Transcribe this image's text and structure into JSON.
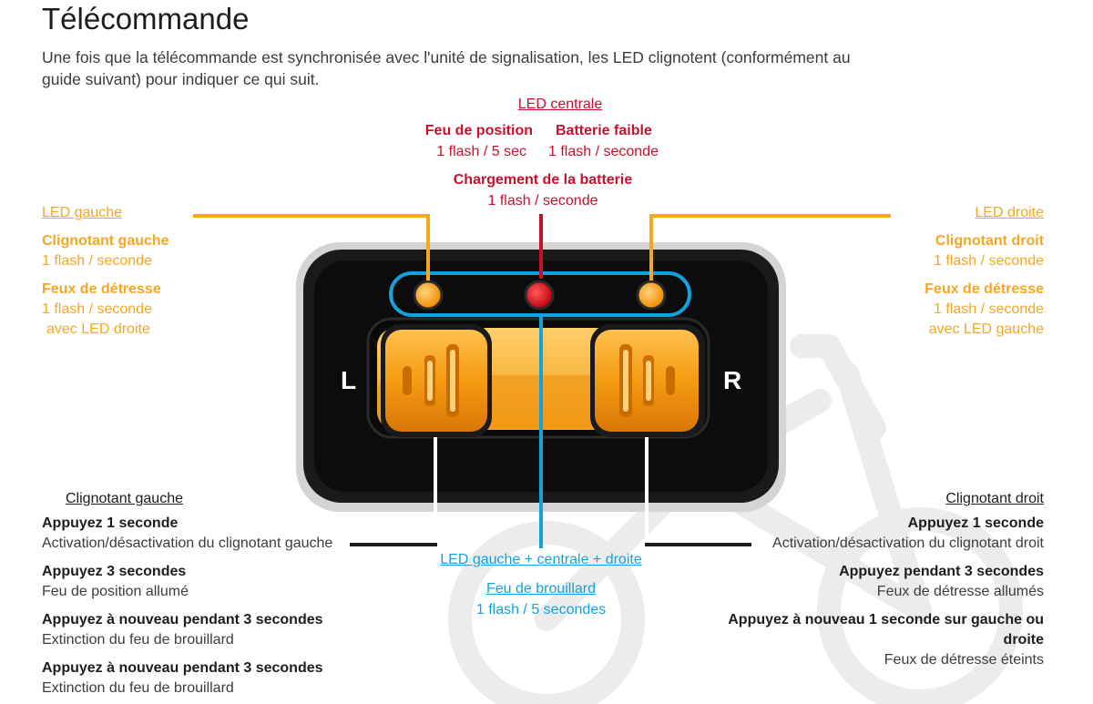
{
  "title": "Télécommande",
  "intro": "Une fois que la télécommande est synchronisée avec l'unité de signalisation, les LED clignotent (conformément au guide suivant) pour indiquer ce qui suit.",
  "center_led": {
    "heading": "LED centrale",
    "position_title": "Feu de position",
    "position_rate": "1 flash / 5 sec",
    "battery_title": "Batterie faible",
    "battery_rate": "1 flash / seconde",
    "charging_title": "Chargement de la batterie",
    "charging_rate": "1 flash / seconde"
  },
  "left_led": {
    "heading": "LED gauche",
    "turn_title": "Clignotant gauche",
    "turn_rate": "1 flash / seconde",
    "hazard_title": "Feux de détresse",
    "hazard_rate": "1 flash / seconde",
    "hazard_note": "avec LED droite"
  },
  "right_led": {
    "heading": "LED droite",
    "turn_title": "Clignotant droit",
    "turn_rate": "1 flash / seconde",
    "hazard_title": "Feux de détresse",
    "hazard_rate": "1 flash / seconde",
    "hazard_note": "avec LED gauche"
  },
  "remote": {
    "left_label": "L",
    "right_label": "R"
  },
  "all_leds": {
    "heading": "LED gauche + centrale + droite",
    "fog_title": "Feu de brouillard",
    "fog_rate": "1 flash / 5 secondes"
  },
  "left_button": {
    "heading": "Clignotant gauche",
    "items": [
      {
        "action": "Appuyez 1 seconde",
        "result": "Activation/désactivation du clignotant gauche"
      },
      {
        "action": "Appuyez 3 secondes",
        "result": "Feu de position allumé"
      },
      {
        "action": "Appuyez à nouveau pendant 3 secondes",
        "result": "Extinction du feu de brouillard"
      },
      {
        "action": "Appuyez à nouveau pendant 3 secondes",
        "result": "Extinction du feu de brouillard"
      }
    ]
  },
  "right_button": {
    "heading": "Clignotant droit",
    "items": [
      {
        "action": "Appuyez 1 seconde",
        "result": "Activation/désactivation du clignotant droit"
      },
      {
        "action": "Appuyez pendant 3 secondes",
        "result": "Feux de détresse allumés"
      },
      {
        "action": "Appuyez à nouveau 1 seconde sur gauche ou droite",
        "result": "Feux de détresse éteints"
      }
    ]
  },
  "colors": {
    "red": "#c8102e",
    "orange": "#f5a623",
    "blue": "#12a2dd",
    "text": "#1d1d1b"
  }
}
